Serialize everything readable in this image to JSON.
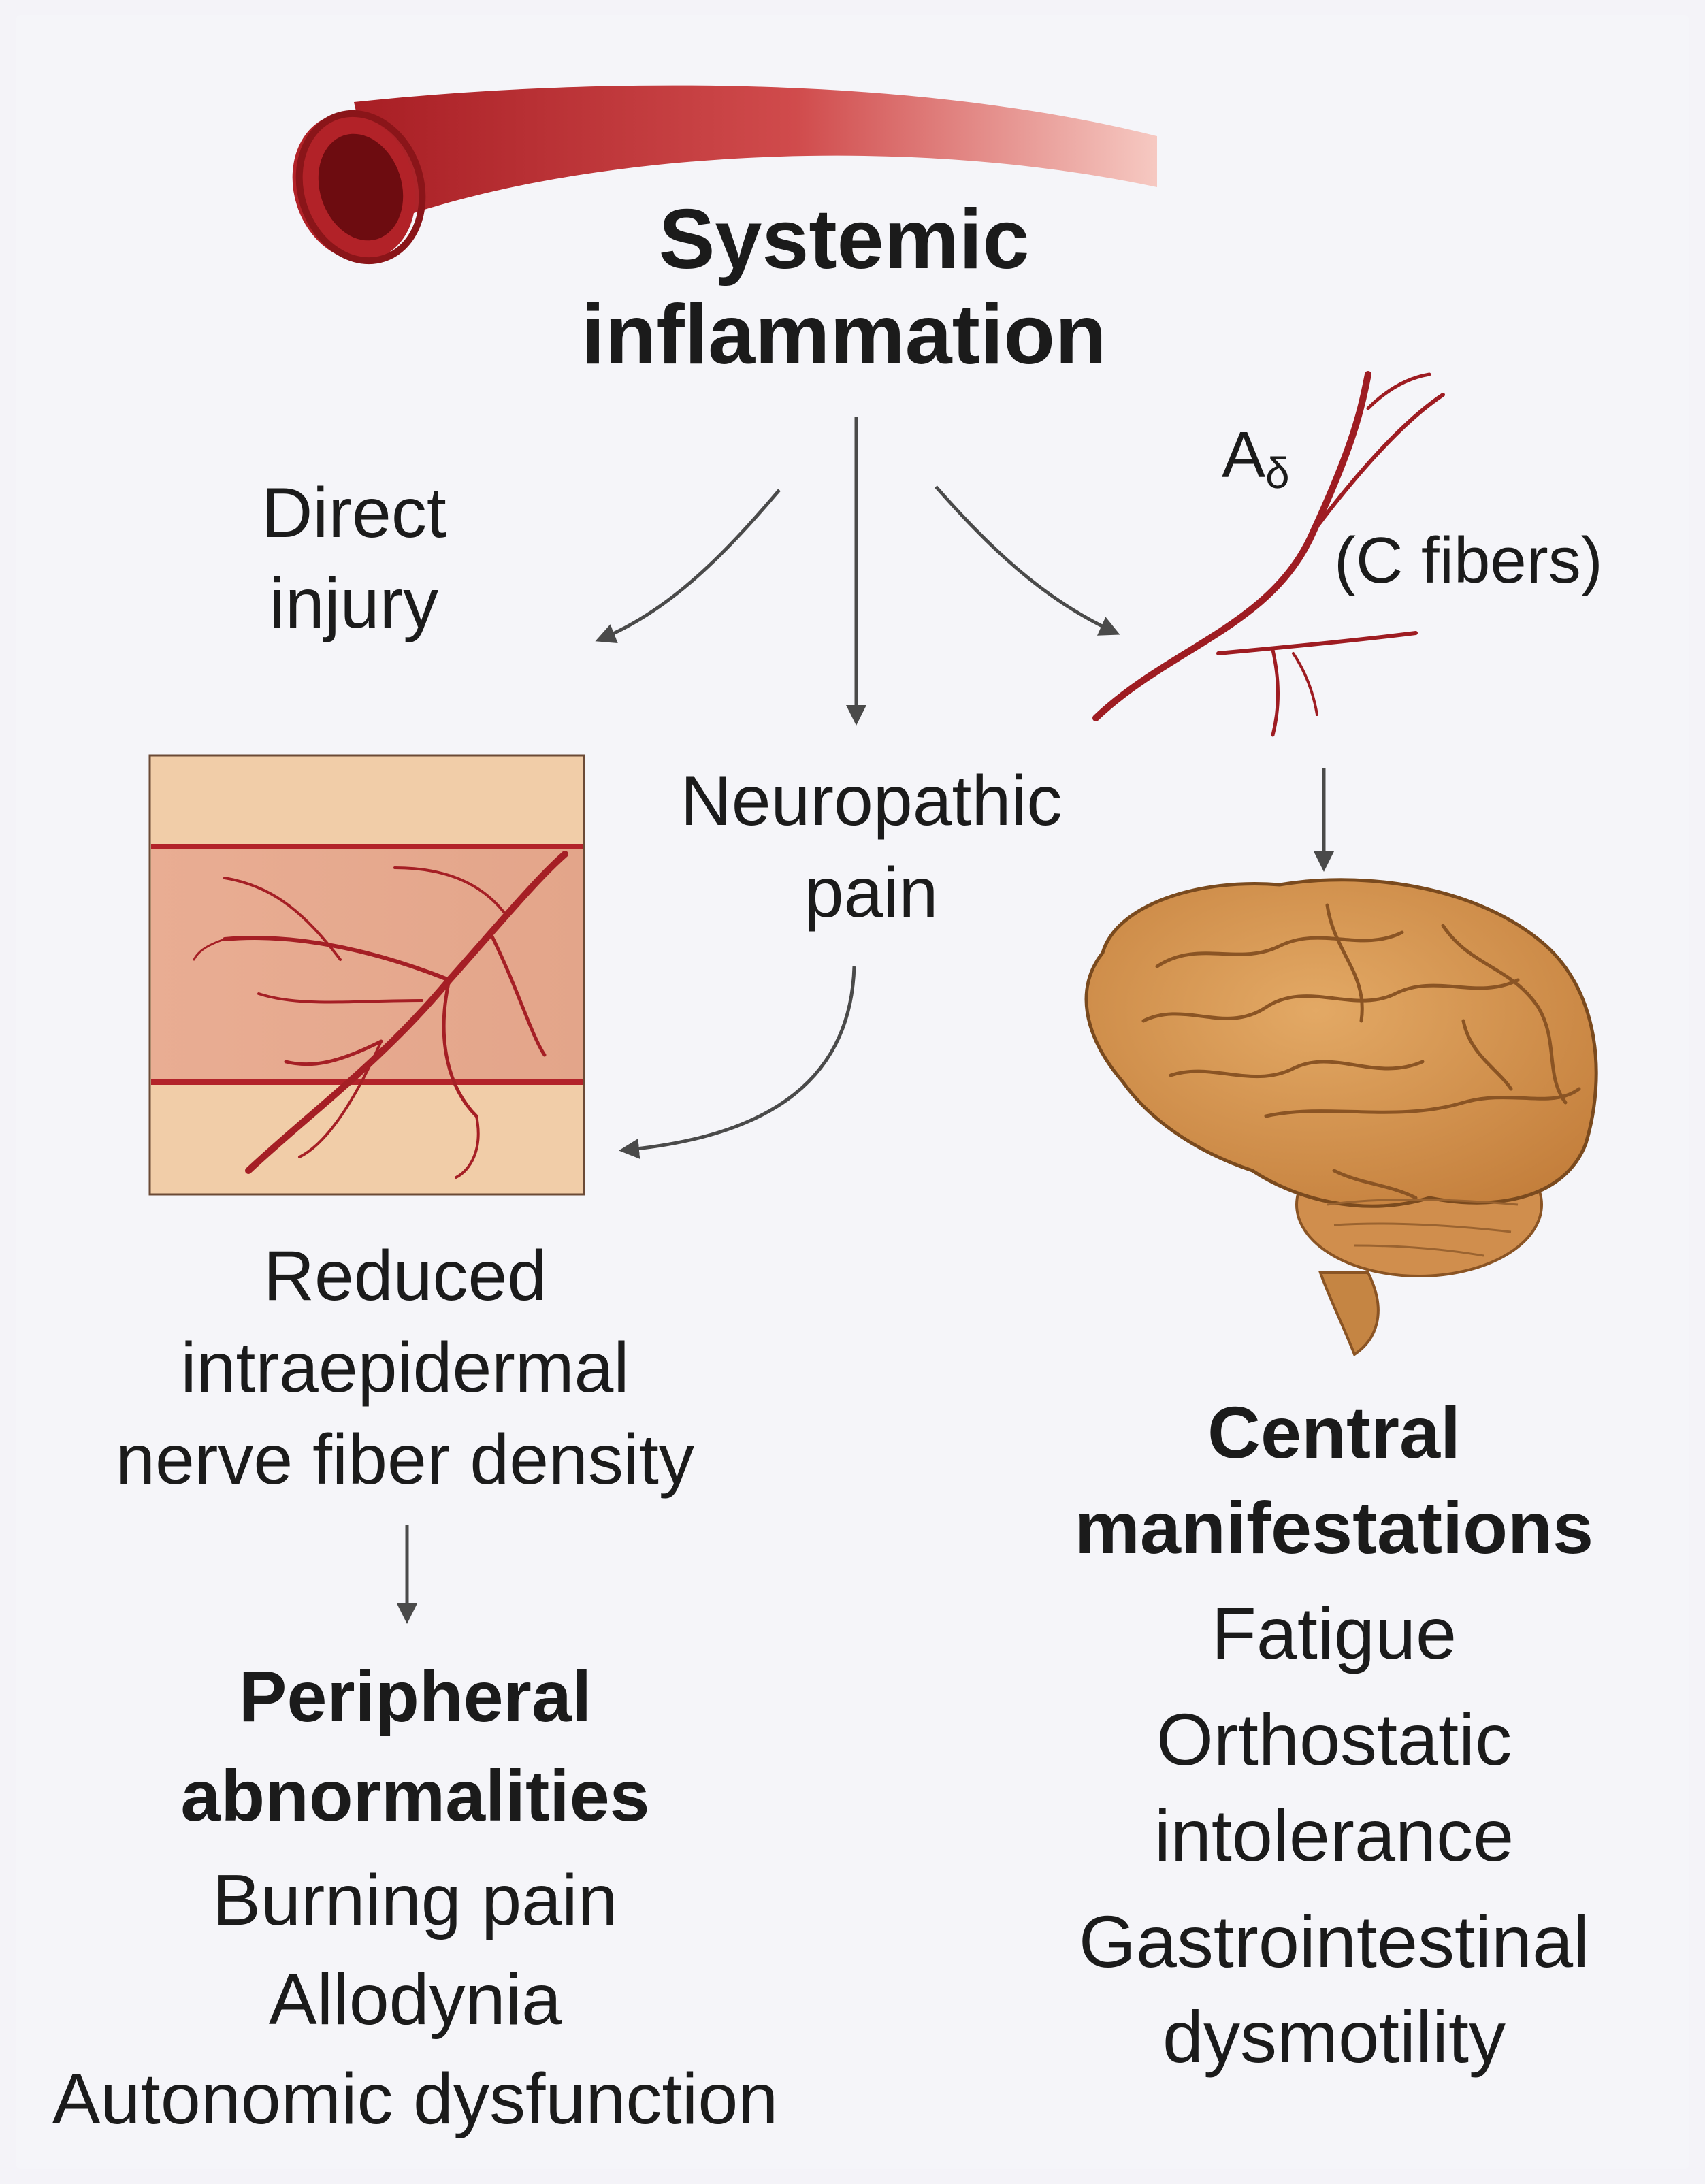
{
  "title": [
    "Systemic",
    "inflammation"
  ],
  "pathways": {
    "direct_injury": [
      "Direct",
      "injury"
    ],
    "neuropathic_pain": [
      "Neuropathic",
      "pain"
    ],
    "fiber_types": {
      "a_delta": "A",
      "a_delta_sub": "δ",
      "c_fibers": "(C fibers)"
    }
  },
  "skin_finding": [
    "Reduced",
    "intraepidermal",
    "nerve fiber density"
  ],
  "peripheral": {
    "heading": [
      "Peripheral",
      "abnormalities"
    ],
    "symptoms": [
      "Burning pain",
      "Allodynia",
      "Autonomic dysfunction"
    ]
  },
  "central": {
    "heading": [
      "Central",
      "manifestations"
    ],
    "symptoms": [
      "Fatigue",
      "Orthostatic",
      "intolerance",
      "Gastrointestinal",
      "dysmotility"
    ]
  },
  "colors": {
    "vessel": "#b3282d",
    "nerve": "#9e1c22",
    "brain": "#d89a55",
    "skin": "#e9b89a",
    "arrow": "#4a4a4a"
  }
}
